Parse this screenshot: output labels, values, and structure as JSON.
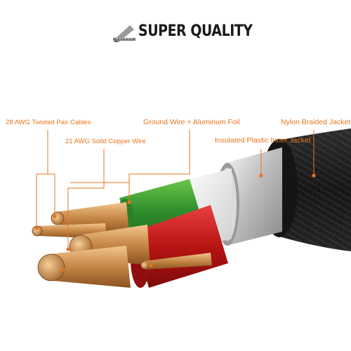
{
  "header": {
    "icon": "ruler-pencil-icon",
    "title": "SUPER QUALITY"
  },
  "labels": {
    "twisted_pair": "28 AWG Twisted Pair Cables",
    "copper_wire": "21 AWG Solid Copper Wire",
    "ground_wire": "Ground Wire + Aluminum Foil",
    "nylon_jacket": "Nylon Braided Jacket",
    "inner_jacket": "Insulated Plastic Inner Jacket"
  },
  "colors": {
    "accent": "#e8741e",
    "green_wire": "#3aa03a",
    "red_wire": "#c81e1e",
    "copper": "#c8884a",
    "jacket": "#1c1c1c",
    "foil": "#c9c9c9"
  }
}
